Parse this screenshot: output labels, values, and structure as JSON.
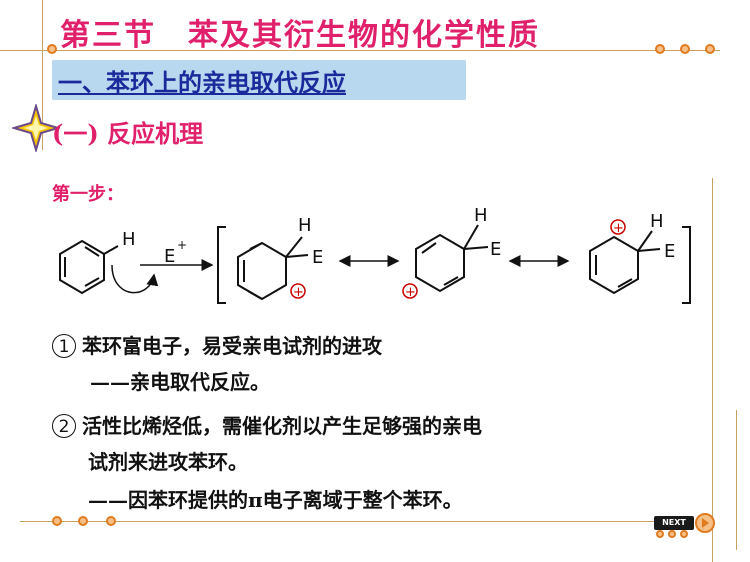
{
  "title": "第三节　苯及其衍生物的化学性质",
  "section": "一、苯环上的亲电取代反应",
  "subsection": "(一) 反应机理",
  "step_label": "第一步：",
  "mechanism": {
    "h_label": "H",
    "e_label": "E",
    "electrophile": "E",
    "charge_sup": "+",
    "plus_symbol": "+"
  },
  "points": [
    {
      "marker": "1",
      "text": "苯环富电子，易受亲电试剂的进攻"
    },
    {
      "marker": "2",
      "text": "活性比烯烃低，需催化剂以产生足够强的亲电"
    }
  ],
  "notes": {
    "note1": "——亲电取代反应。",
    "point2_cont": "试剂来进攻苯环。",
    "note2": "——因苯环提供的π电子离域于整个苯环。"
  },
  "nav": {
    "next_label": "NEXT"
  },
  "colors": {
    "accent": "#e0206a",
    "section_bg": "#b8d8f0",
    "section_text": "#1a2a9a",
    "decor": "#e07b20"
  }
}
